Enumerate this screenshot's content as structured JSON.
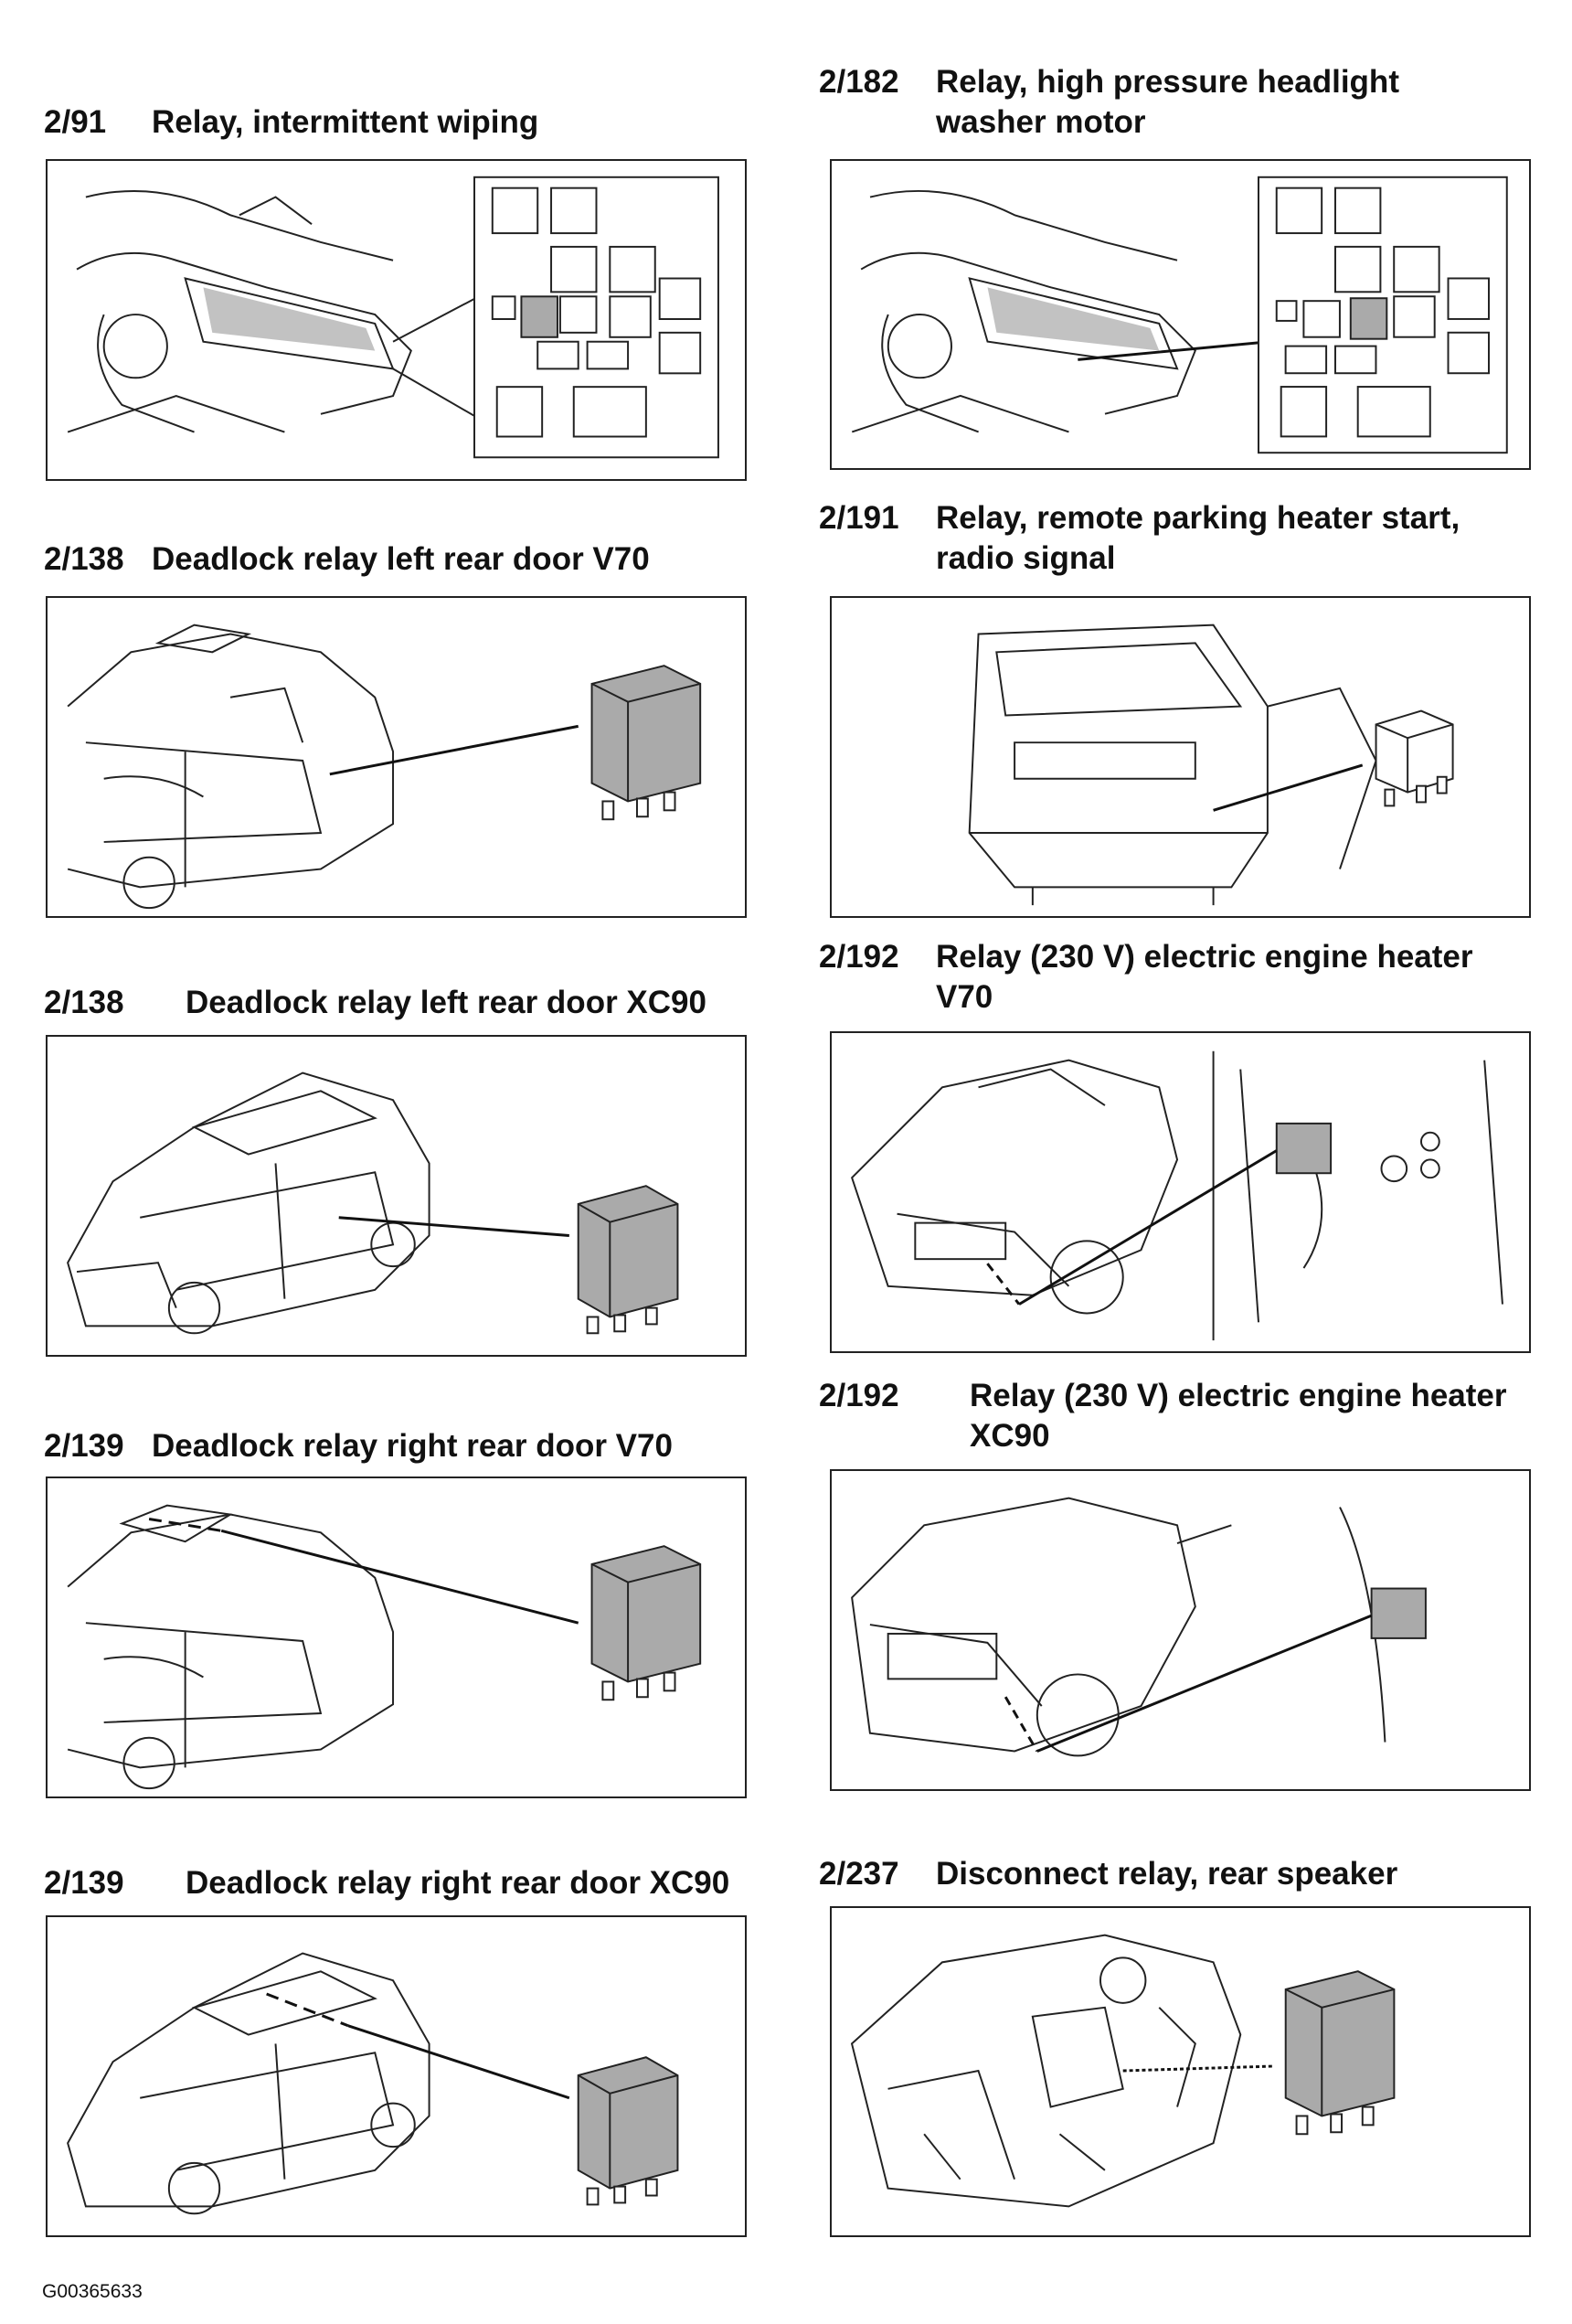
{
  "sections": [
    {
      "id": "2/91",
      "title": "Relay, intermittent wiping"
    },
    {
      "id": "2/182",
      "title_line1": "Relay, high pressure headlight",
      "title_line2": "washer motor"
    },
    {
      "id": "2/138",
      "title": "Deadlock relay left rear door V70"
    },
    {
      "id": "2/191",
      "title_line1": "Relay, remote parking heater start,",
      "title_line2": "radio signal"
    },
    {
      "id": "2/138",
      "title": "Deadlock relay left rear door XC90"
    },
    {
      "id": "2/192",
      "title_line1": "Relay (230 V) electric engine heater",
      "title_line2": "V70"
    },
    {
      "id": "2/139",
      "title": "Deadlock relay right rear door V70"
    },
    {
      "id": "2/192",
      "title_line1": "Relay (230 V) electric engine heater",
      "title_line2": "XC90"
    },
    {
      "id": "2/139",
      "title": "Deadlock relay right rear door XC90"
    },
    {
      "id": "2/237",
      "title": "Disconnect relay, rear speaker"
    }
  ],
  "footer": {
    "code": "G00365633"
  }
}
